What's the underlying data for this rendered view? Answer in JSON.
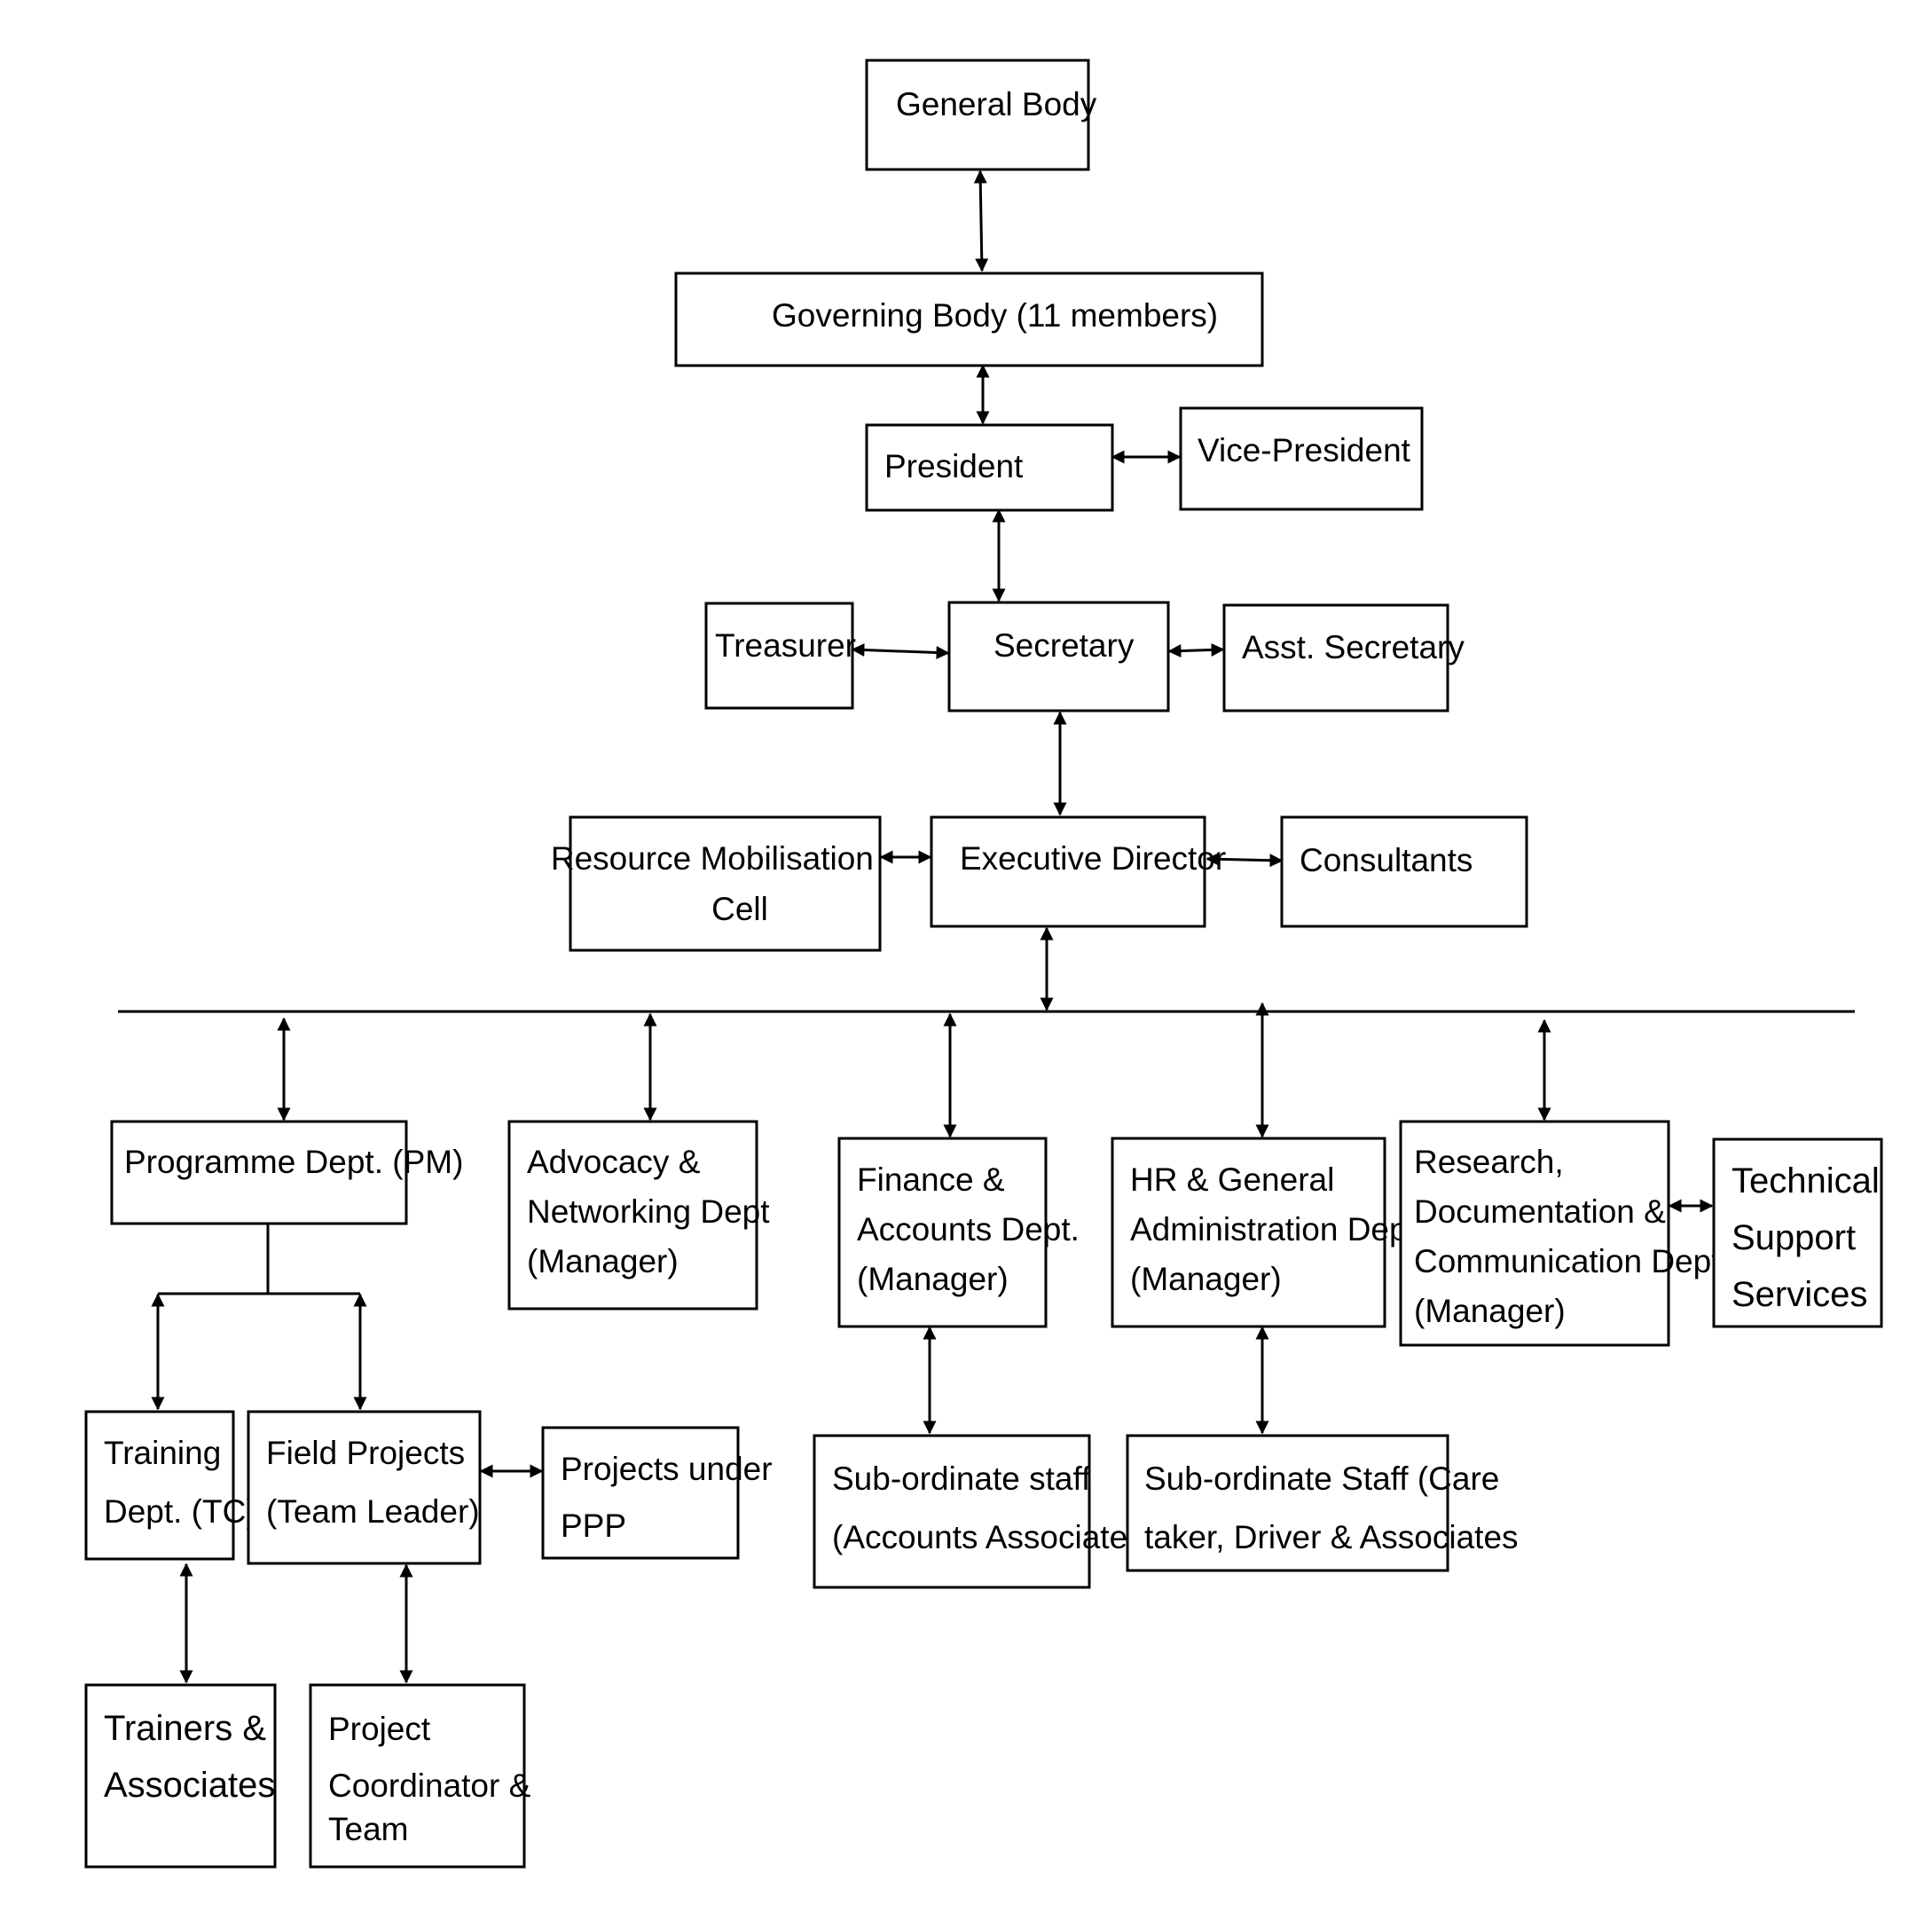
{
  "diagram": {
    "nodes": [
      {
        "id": "general-body",
        "lines": [
          "General Body"
        ]
      },
      {
        "id": "governing-body",
        "lines": [
          "Governing Body (11 members)"
        ]
      },
      {
        "id": "president",
        "lines": [
          "President"
        ]
      },
      {
        "id": "vice-president",
        "lines": [
          "Vice-President"
        ]
      },
      {
        "id": "treasurer",
        "lines": [
          "Treasurer"
        ]
      },
      {
        "id": "secretary",
        "lines": [
          "Secretary"
        ]
      },
      {
        "id": "asst-secretary",
        "lines": [
          "Asst. Secretary"
        ]
      },
      {
        "id": "resource-mobilisation-cell",
        "lines": [
          "Resource Mobilisation",
          "Cell"
        ]
      },
      {
        "id": "executive-director",
        "lines": [
          "Executive Director"
        ]
      },
      {
        "id": "consultants",
        "lines": [
          "Consultants"
        ]
      },
      {
        "id": "programme-dept",
        "lines": [
          "Programme Dept. (PM)"
        ]
      },
      {
        "id": "advocacy-networking-dept",
        "lines": [
          "Advocacy &",
          "Networking Dept",
          "(Manager)"
        ]
      },
      {
        "id": "finance-accounts-dept",
        "lines": [
          "Finance &",
          "Accounts Dept.",
          "(Manager)"
        ]
      },
      {
        "id": "hr-admin-dept",
        "lines": [
          "HR & General",
          "Administration Dept.",
          "(Manager)"
        ]
      },
      {
        "id": "research-documentation-dept",
        "lines": [
          "Research,",
          "Documentation &",
          "Communication Dept.",
          "(Manager)"
        ]
      },
      {
        "id": "technical-support-services",
        "lines": [
          "Technical",
          "Support",
          "Services"
        ]
      },
      {
        "id": "training-dept",
        "lines": [
          "Training",
          "Dept. (TC)"
        ]
      },
      {
        "id": "field-projects",
        "lines": [
          "Field Projects",
          "(Team Leader)"
        ]
      },
      {
        "id": "projects-under-ppp",
        "lines": [
          "Projects under",
          "PPP"
        ]
      },
      {
        "id": "finance-subordinate-staff",
        "lines": [
          "Sub-ordinate staff",
          "(Accounts Associates)"
        ]
      },
      {
        "id": "hr-subordinate-staff",
        "lines": [
          "Sub-ordinate Staff (Care",
          "taker, Driver & Associates"
        ]
      },
      {
        "id": "trainers-associates",
        "lines": [
          "Trainers &",
          "Associates"
        ]
      },
      {
        "id": "project-coordinator-team",
        "lines": [
          "Project",
          "Coordinator &",
          "Team"
        ]
      }
    ]
  }
}
